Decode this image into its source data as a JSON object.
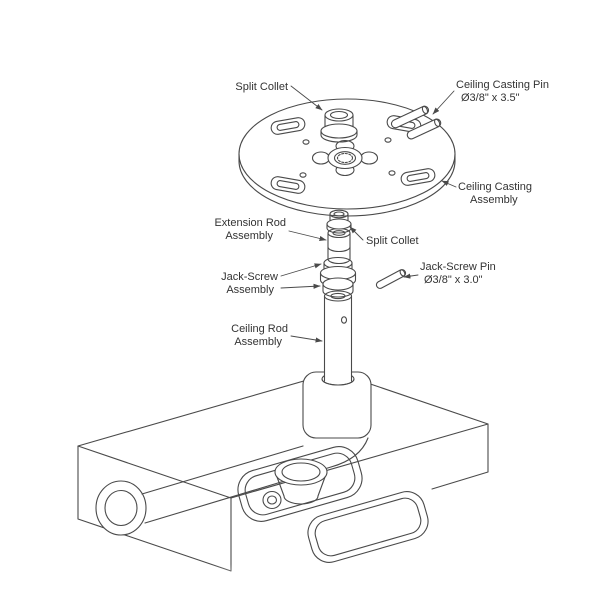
{
  "diagram": {
    "type": "exploded-assembly-line-drawing",
    "colors": {
      "background": "#ffffff",
      "line": "#4a4a4a",
      "text": "#333333"
    },
    "labels": {
      "split_collet_top": {
        "text": "Split Collet"
      },
      "ceiling_casting_pin": {
        "line1": "Ceiling Casting Pin",
        "line2": "Ø3/8\" x 3.5\""
      },
      "ceiling_casting_assembly": {
        "line1": "Ceiling Casting",
        "line2": "Assembly"
      },
      "extension_rod_assembly": {
        "line1": "Extension Rod",
        "line2": "Assembly"
      },
      "split_collet_mid": {
        "text": "Split Collet"
      },
      "jack_screw_pin": {
        "line1": "Jack-Screw Pin",
        "line2": "Ø3/8\" x 3.0\""
      },
      "jack_screw_assembly": {
        "line1": "Jack-Screw",
        "line2": "Assembly"
      },
      "ceiling_rod_assembly": {
        "line1": "Ceiling Rod",
        "line2": "Assembly"
      }
    }
  }
}
